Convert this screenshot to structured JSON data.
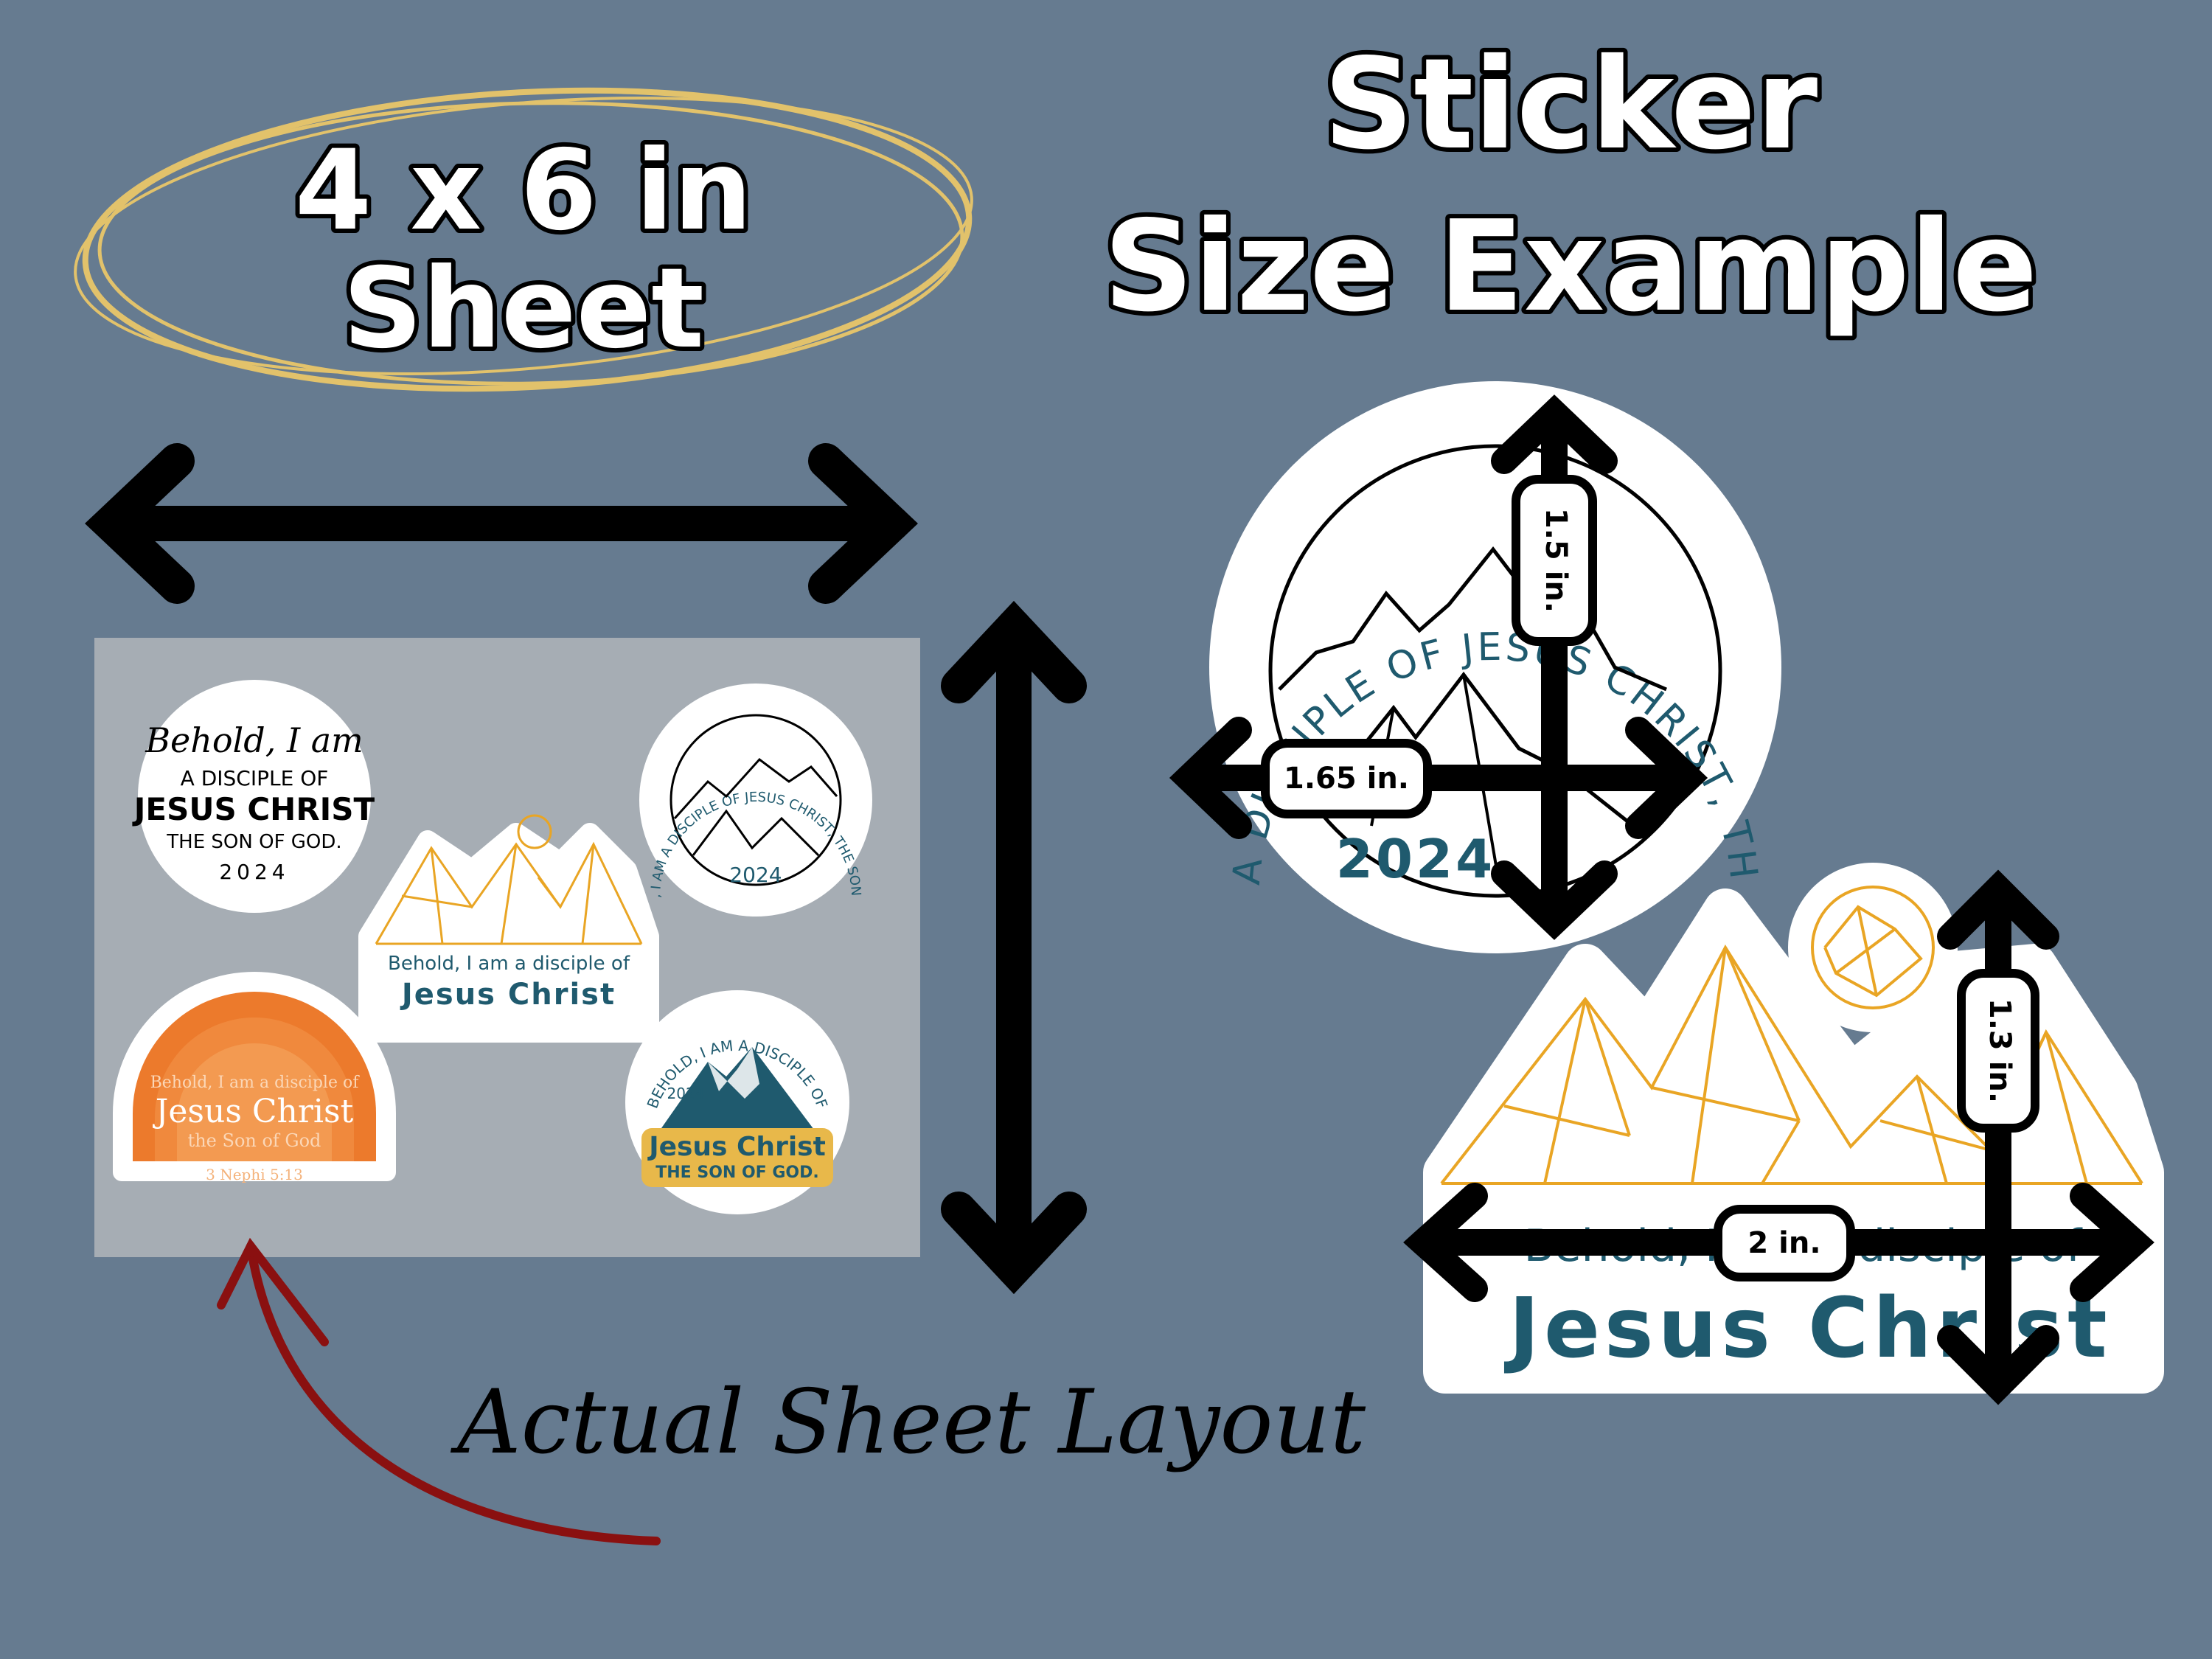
{
  "colors": {
    "background": "#667b90",
    "sheet": "#a6adb4",
    "accent_gold": "#e2c26b",
    "teal": "#1f5a6e",
    "orange": "#ec7a2c",
    "curved_arrow": "#8a1010",
    "mountain_gold": "#e9a524"
  },
  "header": {
    "sheet_size_line1": "4 x 6 in",
    "sheet_size_line2": "Sheet",
    "title_line1": "Sticker",
    "title_line2": "Size Example"
  },
  "sheet_label": "Actual Sheet Layout",
  "sheet_stickers": {
    "behold_circle": {
      "script": "Behold, I am",
      "line1": "A DISCIPLE OF",
      "line2": "JESUS CHRIST",
      "line3": "THE SON OF GOD.",
      "year": "2024"
    },
    "mountains": {
      "line1": "Behold, I am a disciple of",
      "line2": "Jesus Christ"
    },
    "ring_circle": {
      "ring_text": "BEHOLD, I AM A DISCIPLE OF JESUS CHRIST, THE SON OF GOD",
      "year": "2024"
    },
    "orange_arch": {
      "line1": "Behold, I am a disciple of",
      "line2": "Jesus Christ",
      "line3": "the Son of God",
      "ref": "3 Nephi 5:13"
    },
    "peak_badge": {
      "ring_text": "BEHOLD, I AM A DISCIPLE OF",
      "year": "2024",
      "line1": "Jesus Christ",
      "line2": "THE SON OF GOD."
    }
  },
  "examples": {
    "circle": {
      "ring_text": "BEHOLD, I AM A DISCIPLE OF JESUS CHRIST, THE SON OF GOD",
      "year": "2024",
      "height_label": "1.5 in.",
      "width_label": "1.65 in."
    },
    "mountain": {
      "line1": "Behold, I am a disciple of",
      "line2": "Jesus Christ",
      "height_label": "1.3 in.",
      "width_label": "2 in."
    }
  },
  "icons": [
    "double-arrow-horizontal-icon",
    "double-arrow-vertical-icon",
    "curved-arrow-icon",
    "mountain-icon",
    "sun-icon"
  ]
}
